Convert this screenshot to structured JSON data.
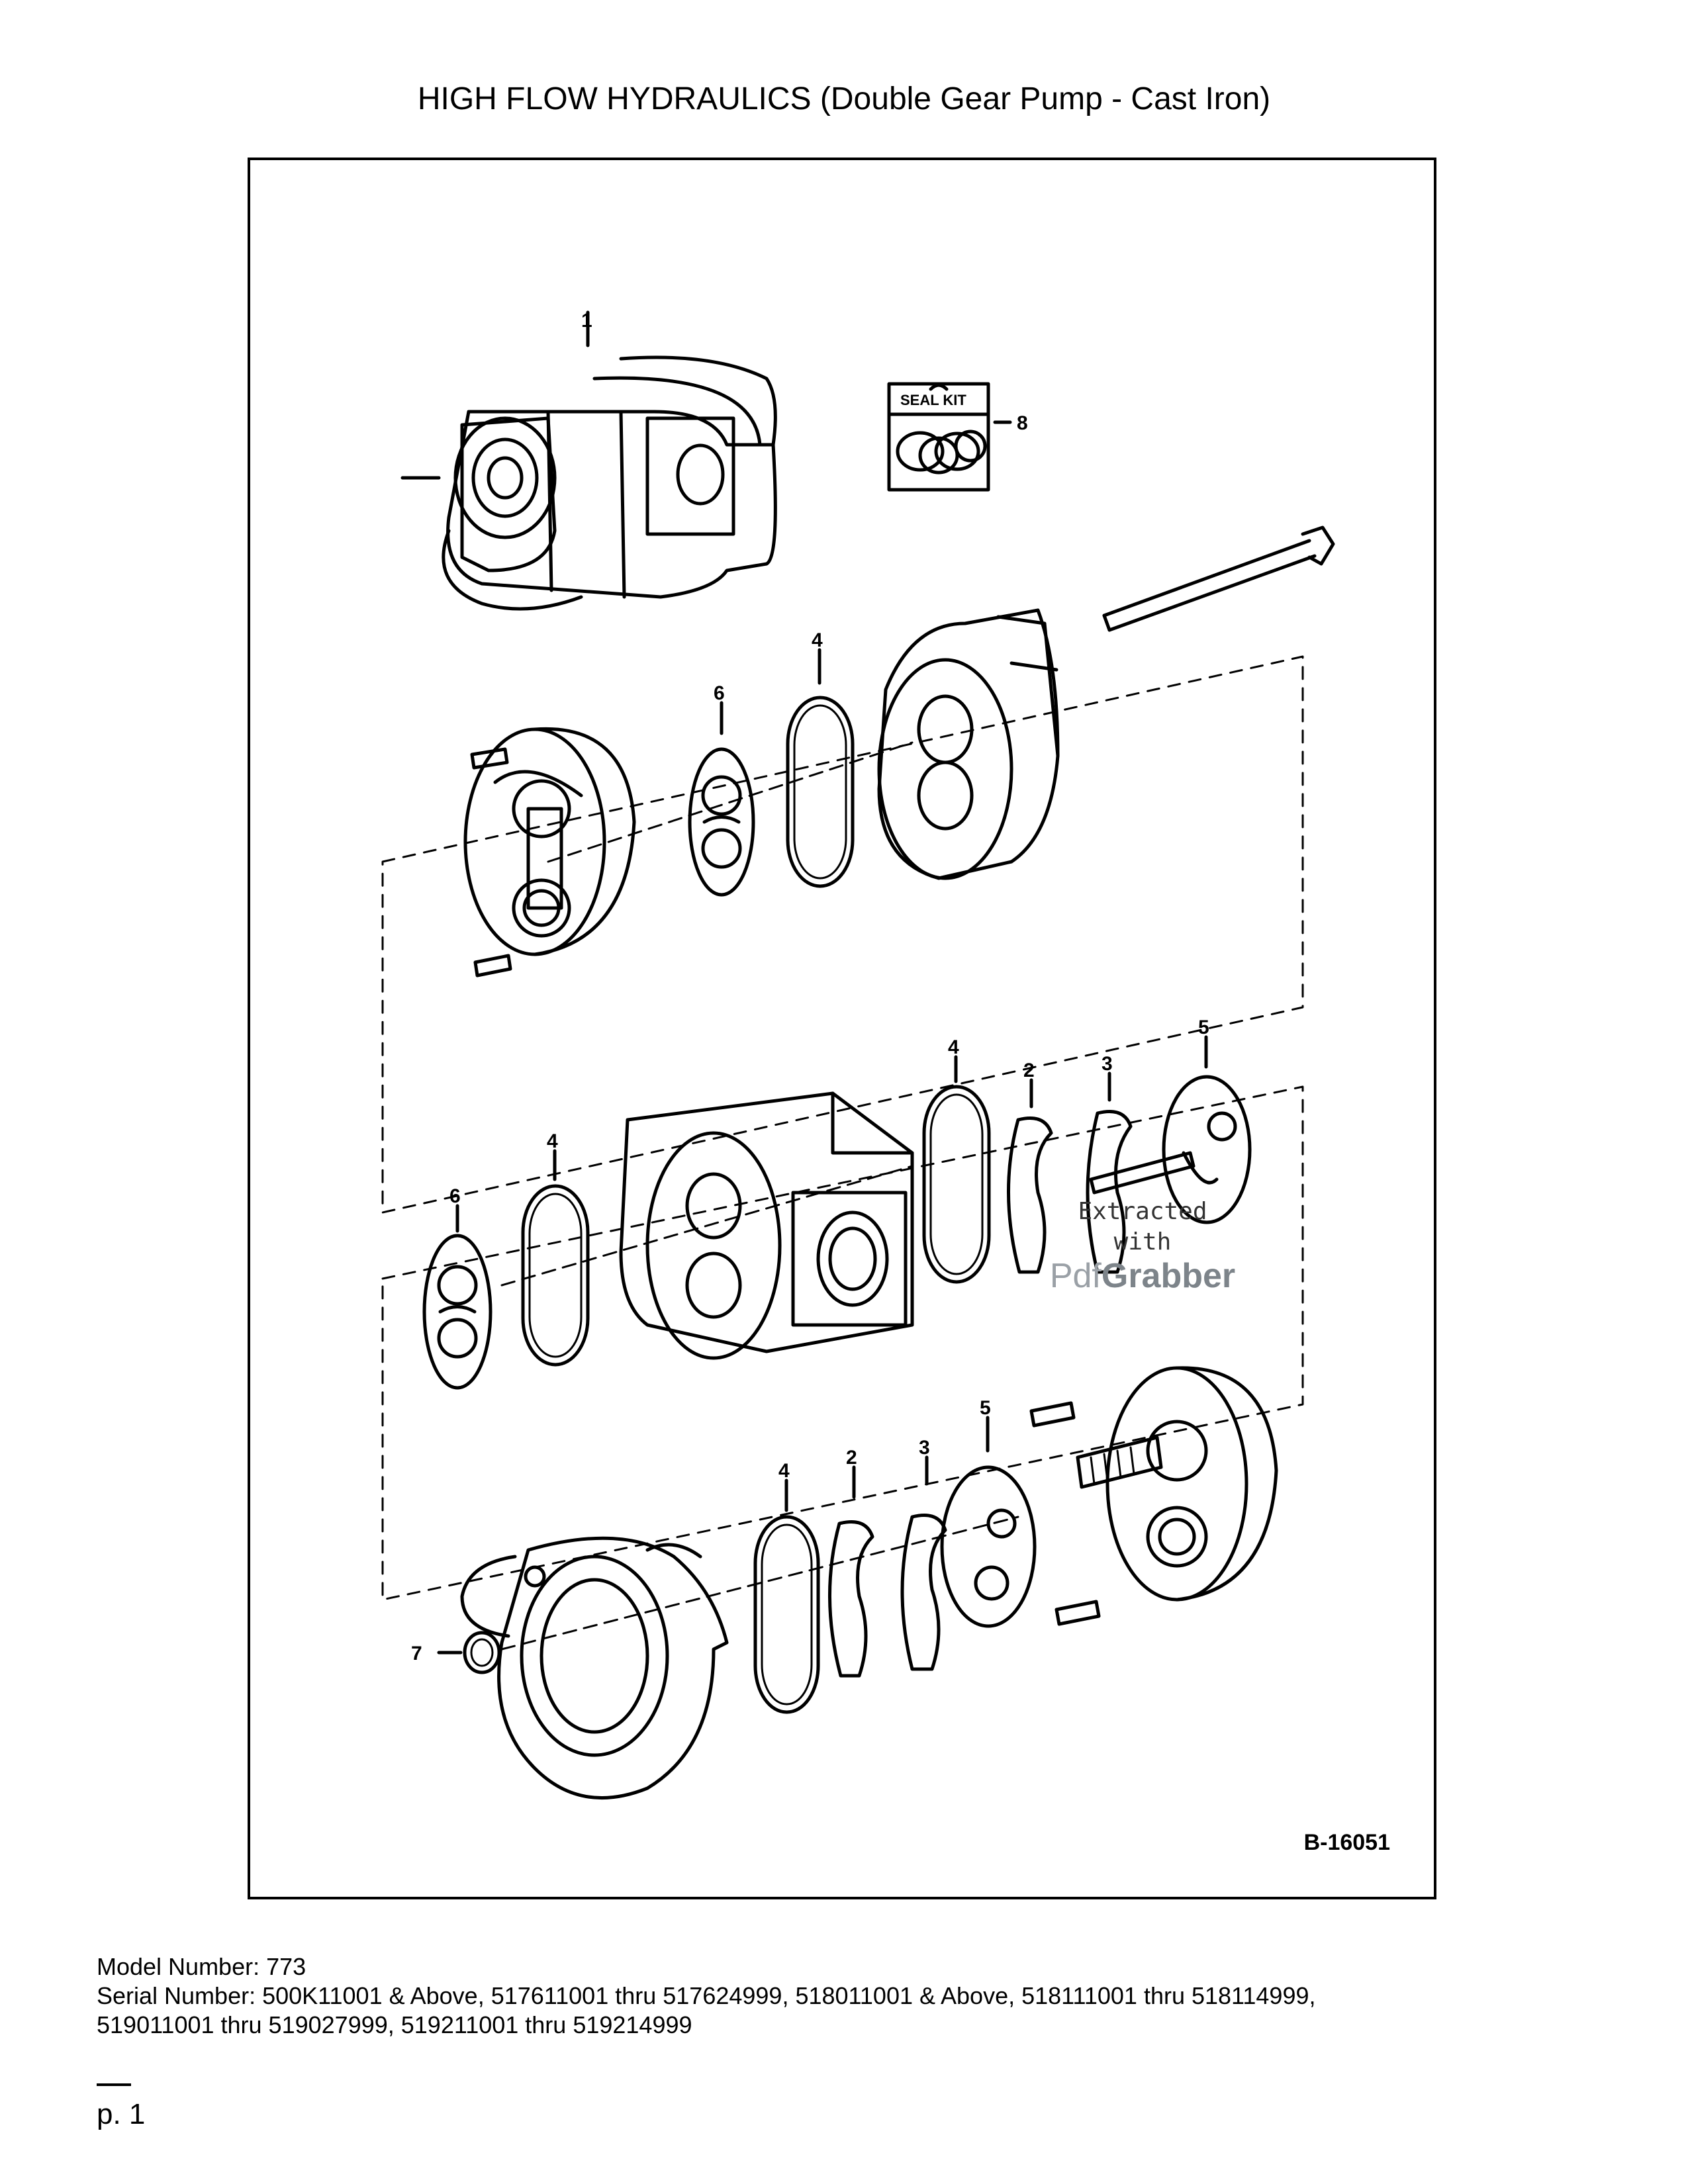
{
  "title": "HIGH FLOW HYDRAULICS (Double Gear Pump - Cast Iron)",
  "figure_code": "B-16051",
  "seal_kit_label": "SEAL KIT",
  "callouts": {
    "c1": "1",
    "c8": "8",
    "c4a": "4",
    "c6a": "6",
    "c5a": "5",
    "c3a": "3",
    "c2a": "2",
    "c4b": "4",
    "c6b": "6",
    "c4c": "4",
    "c4d": "4",
    "c2b": "2",
    "c3b": "3",
    "c5b": "5",
    "c7": "7"
  },
  "watermark": {
    "line1": "Extracted",
    "line2": "with",
    "brand_a": "Pdf",
    "brand_b": "Grabber"
  },
  "footer": {
    "model": "Model Number: 773",
    "serial_line1": "Serial Number: 500K11001 & Above, 517611001 thru 517624999, 518011001 & Above, 518111001 thru 518114999,",
    "serial_line2": "519011001 thru 519027999, 519211001 thru 519214999"
  },
  "page_number": "p. 1"
}
